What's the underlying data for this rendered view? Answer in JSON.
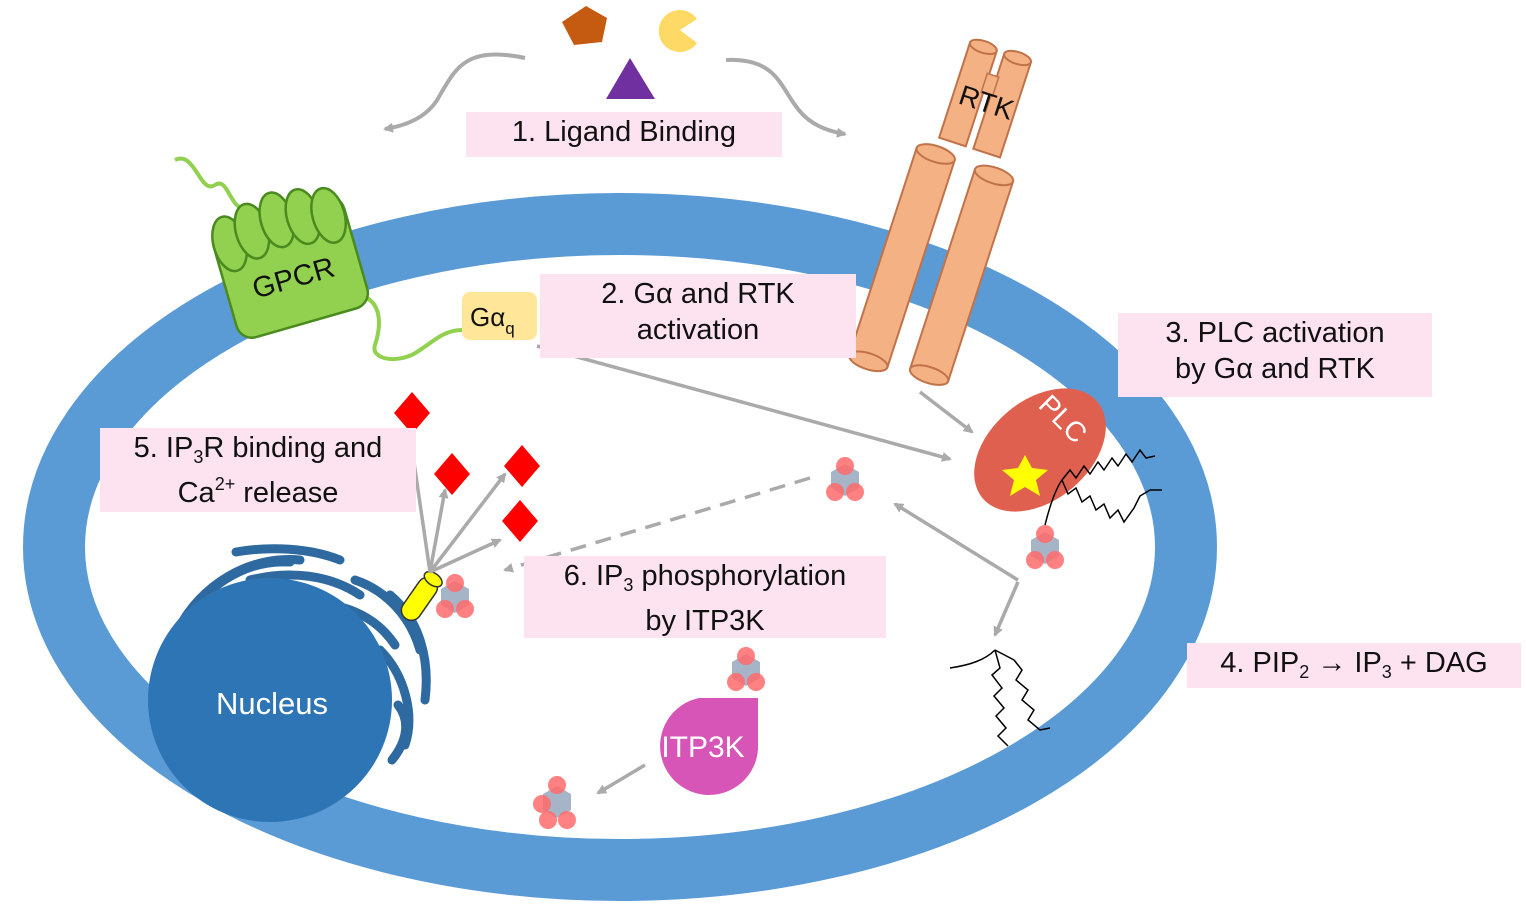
{
  "labels": {
    "step1": "1. Ligand Binding",
    "step2_line1": "2. Gα and RTK",
    "step2_line2": "activation",
    "step3_line1": "3. PLC activation",
    "step3_line2": "by Gα and RTK",
    "step4_pip": "4. PIP",
    "step4_pip_sub": "2",
    "step4_arrow": " → IP",
    "step4_ip_sub": "3",
    "step4_dag": " + DAG",
    "step5_ip": "5. IP",
    "step5_ip_sub": "3",
    "step5_rest": "R binding and",
    "step5_ca": "Ca",
    "step5_ca_sup": "2+",
    "step5_release": " release",
    "step6_ip": "6. IP",
    "step6_ip_sub": "3",
    "step6_rest": " phosphorylation",
    "step6_line2": "by ITP3K"
  },
  "molecules": {
    "gpcr": "GPCR",
    "rtk": "RTK",
    "plc": "PLC",
    "galpha": "Gα",
    "galpha_sub": "q",
    "nucleus": "Nucleus",
    "itp3k": "ITP3K"
  },
  "colors": {
    "membrane": "#5b9bd5",
    "nucleus": "#2e75b6",
    "er": "#2e6aa0",
    "gpcr": "#92d050",
    "gpcr_outline": "#4a8a1e",
    "rtk": "#f4b183",
    "rtk_outline": "#c0734a",
    "plc": "#e06050",
    "star": "#ffff00",
    "itp3k": "#d855b8",
    "galpha_box": "#ffe699",
    "calcium": "#ff0000",
    "ligand_pentagon": "#c55a11",
    "ligand_pacman": "#ffd966",
    "ligand_triangle": "#7030a0",
    "ip3_ring": "#a6b4c8",
    "phosphate": "#ff6b6b",
    "channel": "#ffff00",
    "arrow": "#aaaaaa",
    "label_bg": "#fde3f0"
  }
}
